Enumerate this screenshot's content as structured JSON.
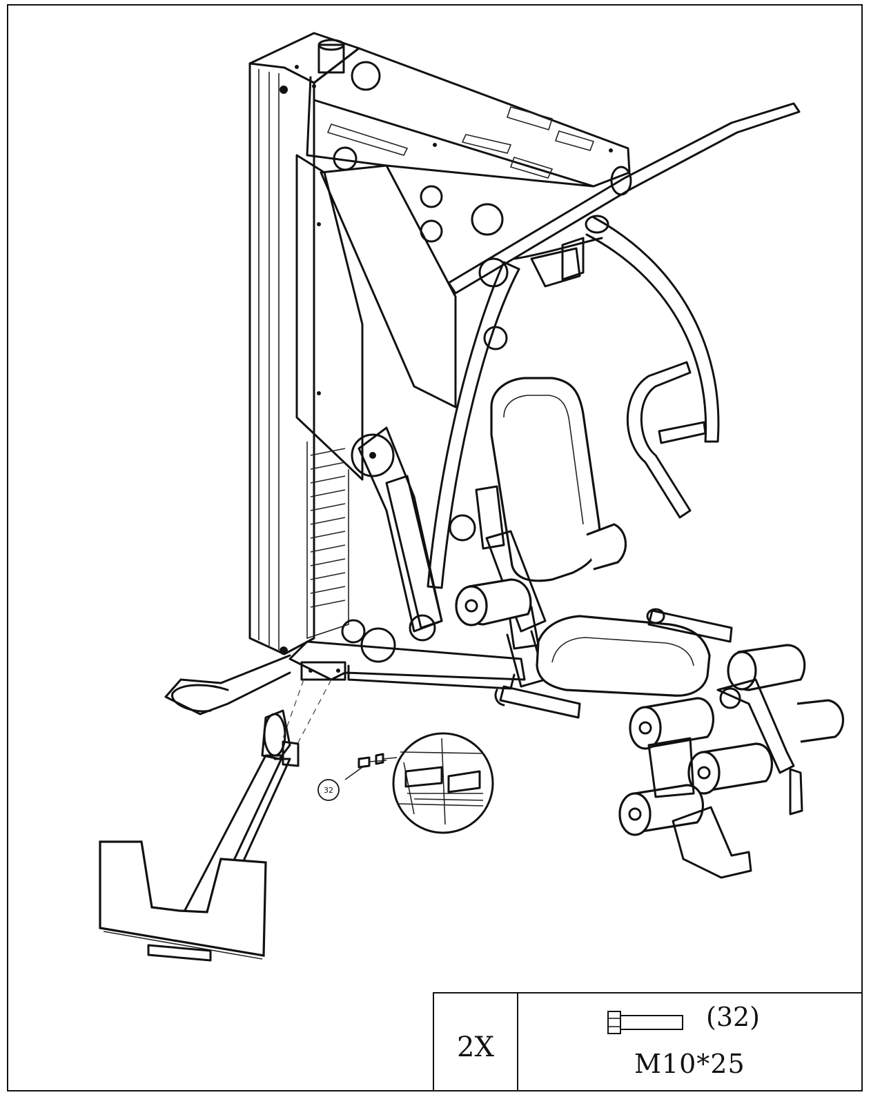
{
  "diagram": {
    "callout": {
      "label": "32"
    },
    "parts_table": {
      "quantity": "2X",
      "part_number": "(32)",
      "part_size": "M10*25",
      "icon": "hex-bolt-icon"
    }
  }
}
